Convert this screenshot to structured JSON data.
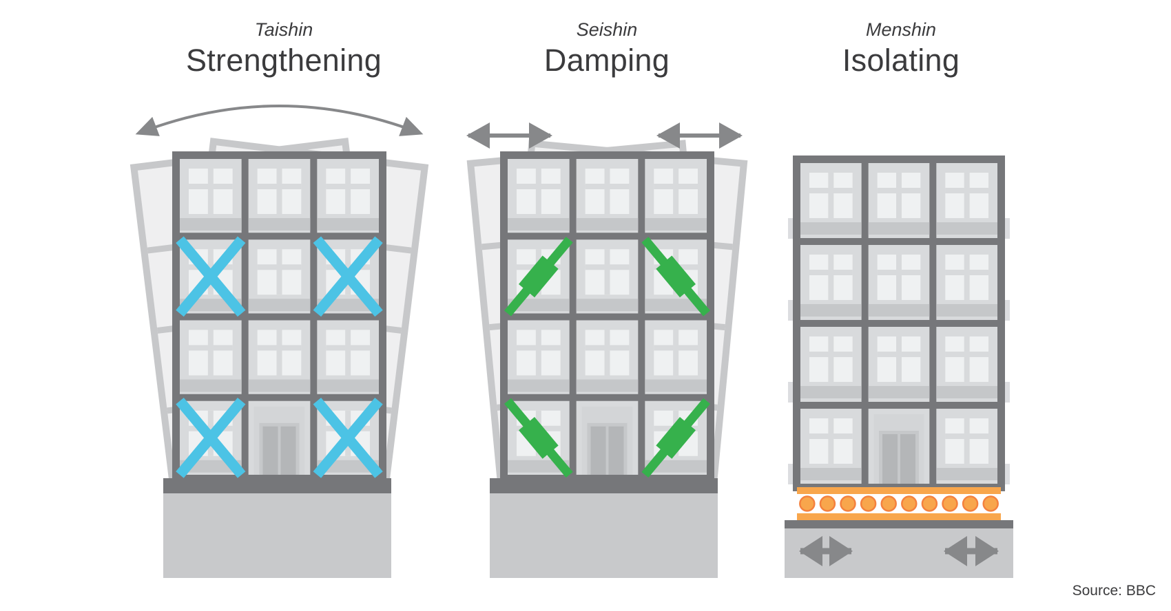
{
  "meta": {
    "source_label": "Source: BBC"
  },
  "colors": {
    "frame": "#76777a",
    "cell_bg": "#d8dadc",
    "window_pane": "#eff1f2",
    "sill": "#c5c7c9",
    "door_backdrop": "#d3d5d7",
    "door_frame": "#c6c8ca",
    "door": "#b4b6b8",
    "ghost_fill": "#efeff0",
    "ghost_stroke": "#c7c8ca",
    "floor_tab": "#dcdde0",
    "foundation": "#c8c9cb",
    "foundation_dark": "#76777a",
    "brace_blue": "#4cc3e5",
    "damper_green": "#36b14c",
    "isolator_orange": "#f8a64c",
    "isolator_outline": "#f4813e",
    "arrow_gray": "#87888a",
    "text": "#3b3b3d"
  },
  "panels": [
    {
      "id": "taishin",
      "japanese_term": "Taishin",
      "english_term": "Strengthening",
      "method": "x-brace-reinforcement",
      "floors": 4,
      "bays": 3,
      "braced_cells": [
        [
          1,
          0
        ],
        [
          1,
          2
        ],
        [
          3,
          0
        ],
        [
          3,
          2
        ]
      ],
      "motion_indicator": "arc-sway-arrow"
    },
    {
      "id": "seishin",
      "japanese_term": "Seishin",
      "english_term": "Damping",
      "method": "diagonal-dampers",
      "floors": 4,
      "bays": 3,
      "dampers": [
        {
          "floor": 1,
          "bay": 0,
          "dir": "rise"
        },
        {
          "floor": 1,
          "bay": 2,
          "dir": "fall"
        },
        {
          "floor": 3,
          "bay": 0,
          "dir": "fall"
        },
        {
          "floor": 3,
          "bay": 2,
          "dir": "rise"
        }
      ],
      "motion_indicator": "horizontal-shake-arrows"
    },
    {
      "id": "menshin",
      "japanese_term": "Menshin",
      "english_term": "Isolating",
      "method": "base-isolation-rollers",
      "floors": 4,
      "bays": 3,
      "rollers": 10,
      "motion_indicator": "ground-shake-arrows"
    }
  ]
}
